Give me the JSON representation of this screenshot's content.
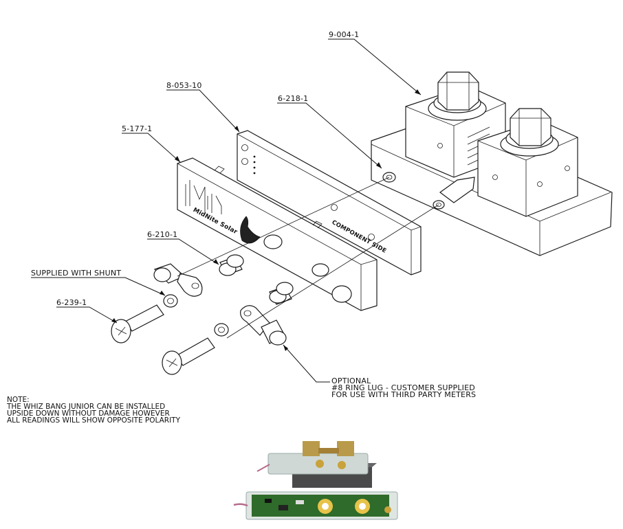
{
  "callouts": {
    "shunt": "9-004-1",
    "pcb": "8-053-10",
    "spacer_top": "6-218-1",
    "housing": "5-177-1",
    "spacer": "6-210-1",
    "supplied": "SUPPLIED WITH SHUNT",
    "screw": "6-239-1"
  },
  "optional_note": [
    "OPTIONAL",
    "#8 RING LUG - CUSTOMER SUPPLIED",
    "FOR USE WITH THIRD PARTY METERS"
  ],
  "install_note": [
    "NOTE:",
    "THE WHIZ BANG JUNIOR CAN BE INSTALLED",
    "UPSIDE DOWN WITHOUT DAMAGE HOWEVER",
    "ALL READINGS WILL SHOW OPPOSITE POLARITY"
  ],
  "board_text": "COMPONENT SIDE",
  "logo_text": "MidNite Solar",
  "colors": {
    "line": "#111111",
    "pcb_green": "#2f6b2a",
    "brass": "#c9a23c",
    "shunt_base": "#4a4a4a"
  }
}
